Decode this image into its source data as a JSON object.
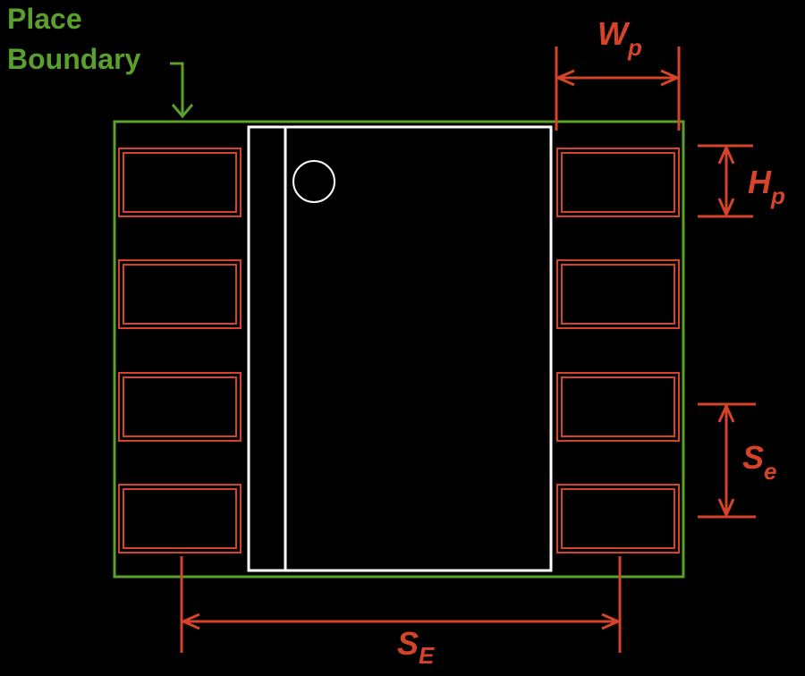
{
  "colors": {
    "background": "#000000",
    "boundary": "#5aa02c",
    "pad": "#d5442a",
    "body_outline": "#ffffff",
    "dimension": "#d5442a"
  },
  "labels": {
    "place_boundary_line1": "Place",
    "place_boundary_line2": "Boundary",
    "wp_main": "W",
    "wp_sub": "p",
    "hp_main": "H",
    "hp_sub": "p",
    "se_main": "S",
    "se_sub": "e",
    "sE_main": "S",
    "sE_sub": "E"
  },
  "pads": {
    "rows_per_side": 4,
    "sides": [
      "left",
      "right"
    ]
  },
  "icons": {
    "pin1_marker": "circle-icon",
    "pointer_arrow": "arrow-down-icon"
  }
}
